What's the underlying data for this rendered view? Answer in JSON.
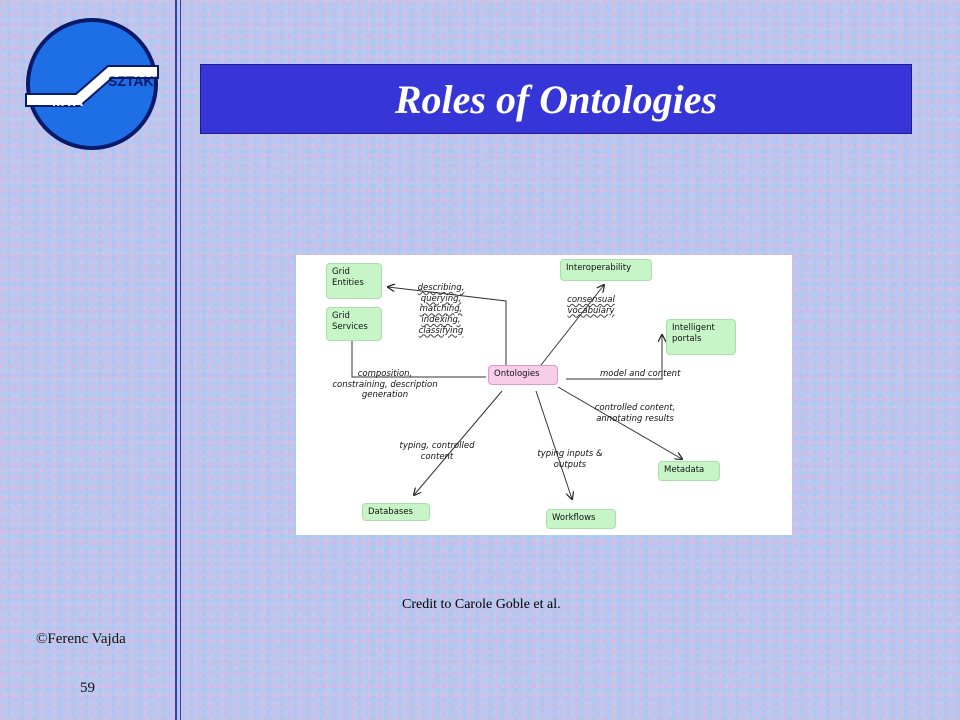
{
  "logo": {
    "left_text": "MTA",
    "right_text": "SZTAKI",
    "circle_color": "#1e6fe6",
    "ring_color": "#0a1a6a"
  },
  "title": "Roles of Ontologies",
  "title_bar_color": "#3535d8",
  "diagram": {
    "nodes": {
      "grid_entities": "Grid Entities",
      "grid_services": "Grid Services",
      "interoperability": "Interoperability",
      "intelligent_portals": "Intelligent portals",
      "ontologies": "Ontologies",
      "metadata": "Metadata",
      "databases": "Databases",
      "workflows": "Workflows"
    },
    "edge_labels": {
      "describing": "describing, querying, matching, indexing, classifying",
      "consensual": "consensual vocabulary",
      "model": "model and content",
      "composition": "composition, constraining, description generation",
      "controlled": "controlled content, annotating results",
      "typing_controlled": "typing, controlled content",
      "typing_inputs": "typing inputs & outputs"
    },
    "node_color": "#c8f5c8",
    "center_color": "#f8cde8"
  },
  "credit": "Credit to Carole Goble et al.",
  "author": "©Ferenc Vajda",
  "page_number": "59"
}
